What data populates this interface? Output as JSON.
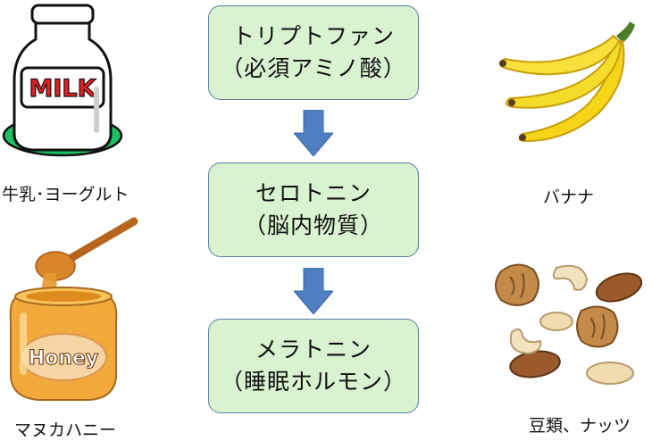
{
  "flow": [
    {
      "title": "トリプトファン",
      "subtitle": "（必須アミノ酸）"
    },
    {
      "title": "セロトニン",
      "subtitle": "（脳内物質）"
    },
    {
      "title": "メラトニン",
      "subtitle": "（睡眠ホルモン）"
    }
  ],
  "foods": {
    "milk": {
      "label": "牛乳･ヨーグルト",
      "illustration_text": "MILK"
    },
    "honey": {
      "label": "マヌカハニー",
      "illustration_text": "Honey"
    },
    "banana": {
      "label": "バナナ"
    },
    "nuts": {
      "label": "豆類、ナッツ"
    }
  },
  "colors": {
    "box_fill": "#d9f2d0",
    "box_border": "#5a7ea3",
    "arrow_fill": "#4f7fc0",
    "milk_red": "#e02020",
    "milk_base": "#19c163",
    "banana_yellow": "#f4d51a",
    "honey_amber": "#e79a2e"
  },
  "icons": [
    "milk-bottle-icon",
    "honey-jar-icon",
    "banana-icon",
    "nuts-icon",
    "down-arrow-icon"
  ]
}
